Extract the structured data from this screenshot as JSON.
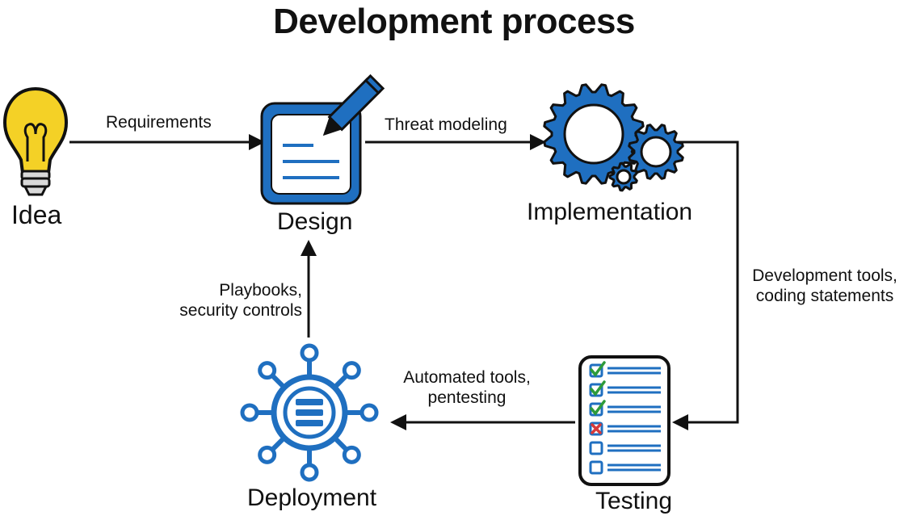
{
  "title": "Development process",
  "nodes": {
    "idea": {
      "label": "Idea",
      "icon": "light-bulb-icon"
    },
    "design": {
      "label": "Design",
      "icon": "document-pencil-icon"
    },
    "implementation": {
      "label": "Implementation",
      "icon": "gears-icon"
    },
    "testing": {
      "label": "Testing",
      "icon": "checklist-icon"
    },
    "deployment": {
      "label": "Deployment",
      "icon": "hub-network-icon"
    }
  },
  "edges": {
    "idea_design": {
      "label": "Requirements"
    },
    "design_implementation": {
      "label": "Threat modeling"
    },
    "implementation_testing": {
      "line1": "Development tools,",
      "line2": "coding statements"
    },
    "testing_deployment": {
      "line1": "Automated tools,",
      "line2": "pentesting"
    },
    "deployment_design": {
      "line1": "Playbooks,",
      "line2": "security controls"
    }
  },
  "colors": {
    "blue": "#1f6fc0",
    "dark_blue": "#0b3d6b",
    "bulb_yellow": "#f4d126",
    "check_green": "#2e9b3a",
    "cross_red": "#d63a3a",
    "line": "#111111"
  }
}
